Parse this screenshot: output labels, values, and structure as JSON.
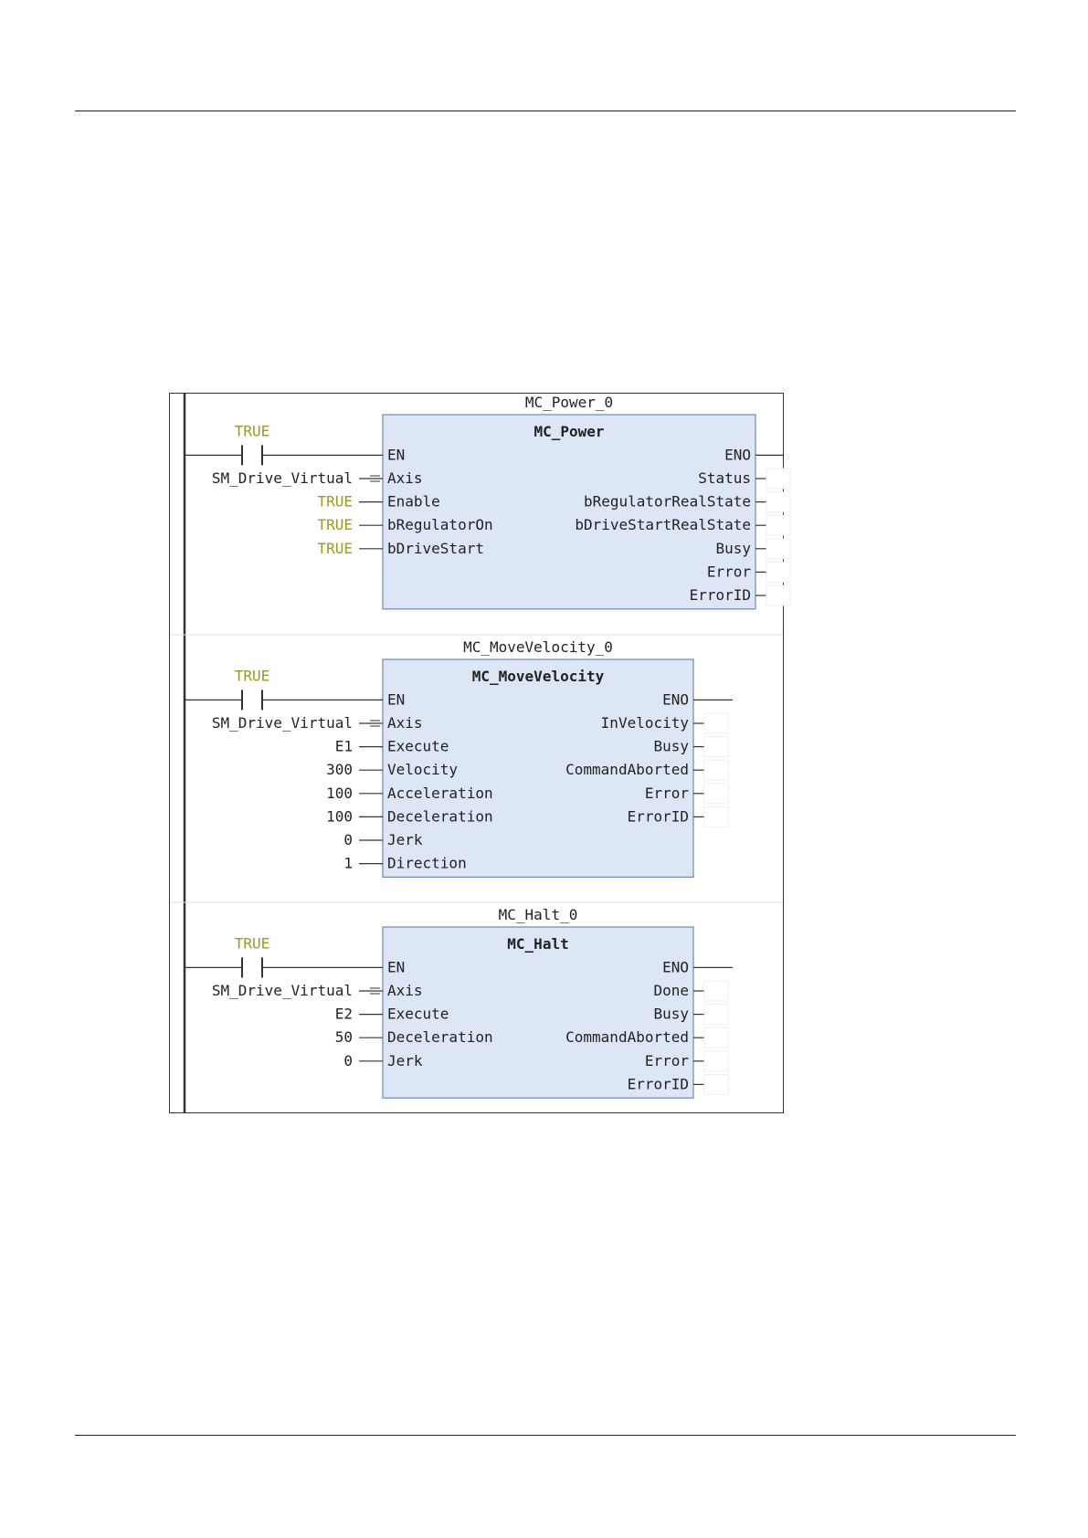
{
  "diagram": {
    "style": {
      "block_fill": "#dce6f4",
      "block_stroke": "#6f88b6",
      "bool_color": "#9a9a1e",
      "text_color": "#222222",
      "line_color": "#333333"
    },
    "rungs": [
      {
        "instance": "MC_Power_0",
        "type": "MC_Power",
        "contact_label": "TRUE",
        "enable_in": "EN",
        "enable_out": "ENO",
        "inputs": [
          {
            "value": "SM_Drive_Virtual",
            "name": "Axis",
            "inout": true,
            "bool": false
          },
          {
            "value": "TRUE",
            "name": "Enable",
            "inout": false,
            "bool": true
          },
          {
            "value": "TRUE",
            "name": "bRegulatorOn",
            "inout": false,
            "bool": true
          },
          {
            "value": "TRUE",
            "name": "bDriveStart",
            "inout": false,
            "bool": true
          }
        ],
        "outputs": [
          "Status",
          "bRegulatorRealState",
          "bDriveStartRealState",
          "Busy",
          "Error",
          "ErrorID"
        ]
      },
      {
        "instance": "MC_MoveVelocity_0",
        "type": "MC_MoveVelocity",
        "contact_label": "TRUE",
        "enable_in": "EN",
        "enable_out": "ENO",
        "inputs": [
          {
            "value": "SM_Drive_Virtual",
            "name": "Axis",
            "inout": true,
            "bool": false
          },
          {
            "value": "E1",
            "name": "Execute",
            "inout": false,
            "bool": false
          },
          {
            "value": "300",
            "name": "Velocity",
            "inout": false,
            "bool": false
          },
          {
            "value": "100",
            "name": "Acceleration",
            "inout": false,
            "bool": false
          },
          {
            "value": "100",
            "name": "Deceleration",
            "inout": false,
            "bool": false
          },
          {
            "value": "0",
            "name": "Jerk",
            "inout": false,
            "bool": false
          },
          {
            "value": "1",
            "name": "Direction",
            "inout": false,
            "bool": false
          }
        ],
        "outputs": [
          "InVelocity",
          "Busy",
          "CommandAborted",
          "Error",
          "ErrorID"
        ]
      },
      {
        "instance": "MC_Halt_0",
        "type": "MC_Halt",
        "contact_label": "TRUE",
        "enable_in": "EN",
        "enable_out": "ENO",
        "inputs": [
          {
            "value": "SM_Drive_Virtual",
            "name": "Axis",
            "inout": true,
            "bool": false
          },
          {
            "value": "E2",
            "name": "Execute",
            "inout": false,
            "bool": false
          },
          {
            "value": "50",
            "name": "Deceleration",
            "inout": false,
            "bool": false
          },
          {
            "value": "0",
            "name": "Jerk",
            "inout": false,
            "bool": false
          }
        ],
        "outputs": [
          "Done",
          "Busy",
          "CommandAborted",
          "Error",
          "ErrorID"
        ]
      }
    ]
  }
}
